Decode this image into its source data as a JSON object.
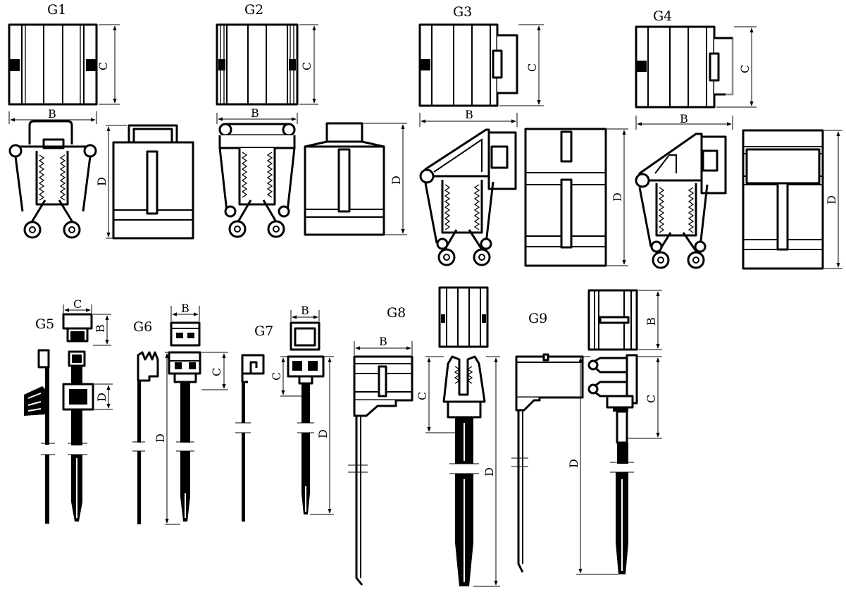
{
  "items": [
    {
      "name": "G1",
      "dims": [
        "C",
        "B",
        "D"
      ]
    },
    {
      "name": "G2",
      "dims": [
        "C",
        "B",
        "D"
      ]
    },
    {
      "name": "G3",
      "dims": [
        "C",
        "B",
        "D"
      ]
    },
    {
      "name": "G4",
      "dims": [
        "C",
        "B",
        "D"
      ]
    },
    {
      "name": "G5",
      "dims": [
        "C",
        "B",
        "D"
      ]
    },
    {
      "name": "G6",
      "dims": [
        "B",
        "C",
        "D"
      ]
    },
    {
      "name": "G7",
      "dims": [
        "B",
        "C",
        "D"
      ]
    },
    {
      "name": "G8",
      "dims": [
        "B",
        "C",
        "D"
      ]
    },
    {
      "name": "G9",
      "dims": [
        "B",
        "C",
        "D"
      ]
    }
  ]
}
